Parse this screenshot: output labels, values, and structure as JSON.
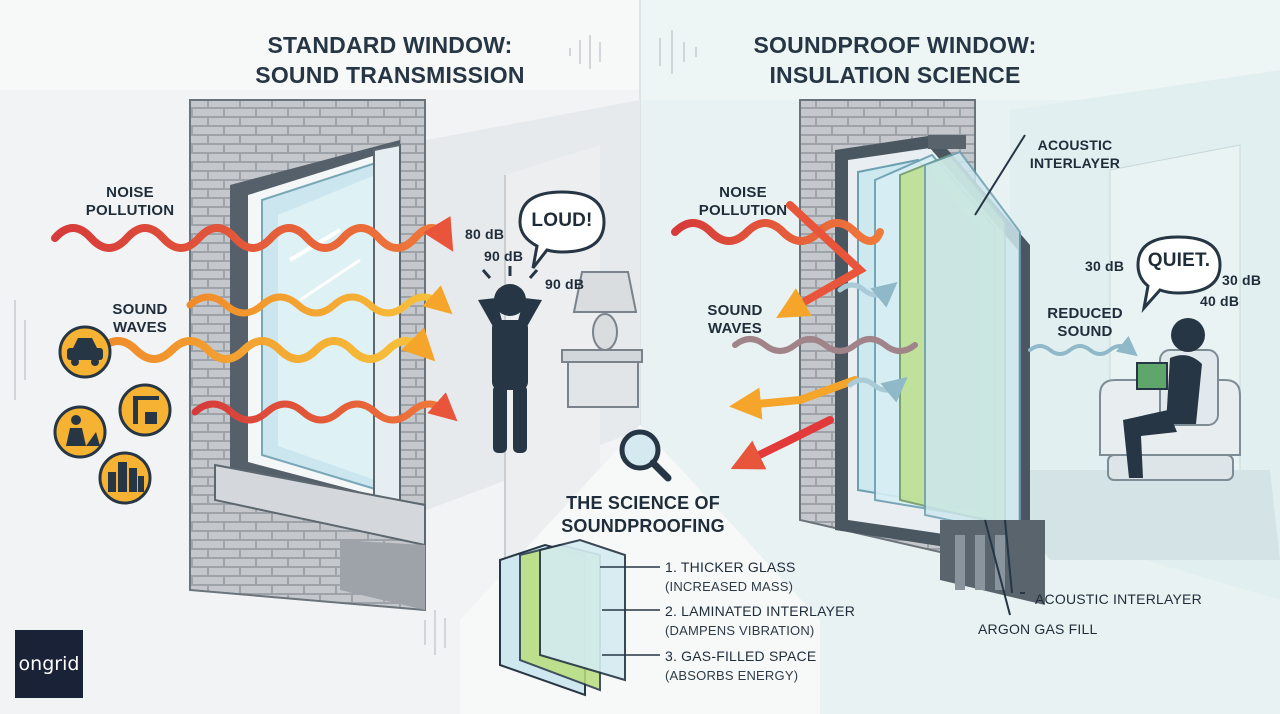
{
  "left_panel": {
    "title_line1": "STANDARD WINDOW:",
    "title_line2": "SOUND TRANSMISSION",
    "noise_label_line1": "NOISE",
    "noise_label_line2": "POLLUTION",
    "waves_label_line1": "SOUND",
    "waves_label_line2": "WAVES",
    "db_readings": [
      "80 dB",
      "90 dB",
      "90 dB"
    ],
    "bubble_text": "LOUD!"
  },
  "right_panel": {
    "title_line1": "SOUNDPROOF WINDOW:",
    "title_line2": "INSULATION SCIENCE",
    "noise_label_line1": "NOISE",
    "noise_label_line2": "POLLUTION",
    "waves_label_line1": "SOUND",
    "waves_label_line2": "WAVES",
    "interlayer_callout_line1": "ACOUSTIC",
    "interlayer_callout_line2": "INTERLAYER",
    "reduced_line1": "REDUCED",
    "reduced_line2": "SOUND",
    "db_readings": [
      "30 dB",
      "30 dB",
      "40 dB"
    ],
    "bubble_text": "QUIET.",
    "bottom_callout_interlayer": "ACOUSTIC INTERLAYER",
    "bottom_callout_gas": "ARGON GAS FILL"
  },
  "science": {
    "title_line1": "THE SCIENCE OF",
    "title_line2": "SOUNDPROOFING",
    "items": [
      {
        "label": "1. THICKER GLASS",
        "sub": "(INCREASED MASS)"
      },
      {
        "label": "2. LAMINATED INTERLAYER",
        "sub": "(DAMPENS VIBRATION)"
      },
      {
        "label": "3. GAS-FILLED SPACE",
        "sub": "(ABSORBS ENERGY)"
      }
    ]
  },
  "brand": {
    "logo_text": "ongrid"
  },
  "colors": {
    "ink": "#263645",
    "glass": "#bfe3ec",
    "interlayer": "#b8df7a",
    "noise_red": "#e2473a",
    "noise_orange": "#f5a52a",
    "brick": "#9a9fa5"
  },
  "icons": [
    "car-icon",
    "worker-icon",
    "crane-icon",
    "city-icon",
    "magnifier-icon",
    "lamp-icon",
    "armchair-icon"
  ]
}
